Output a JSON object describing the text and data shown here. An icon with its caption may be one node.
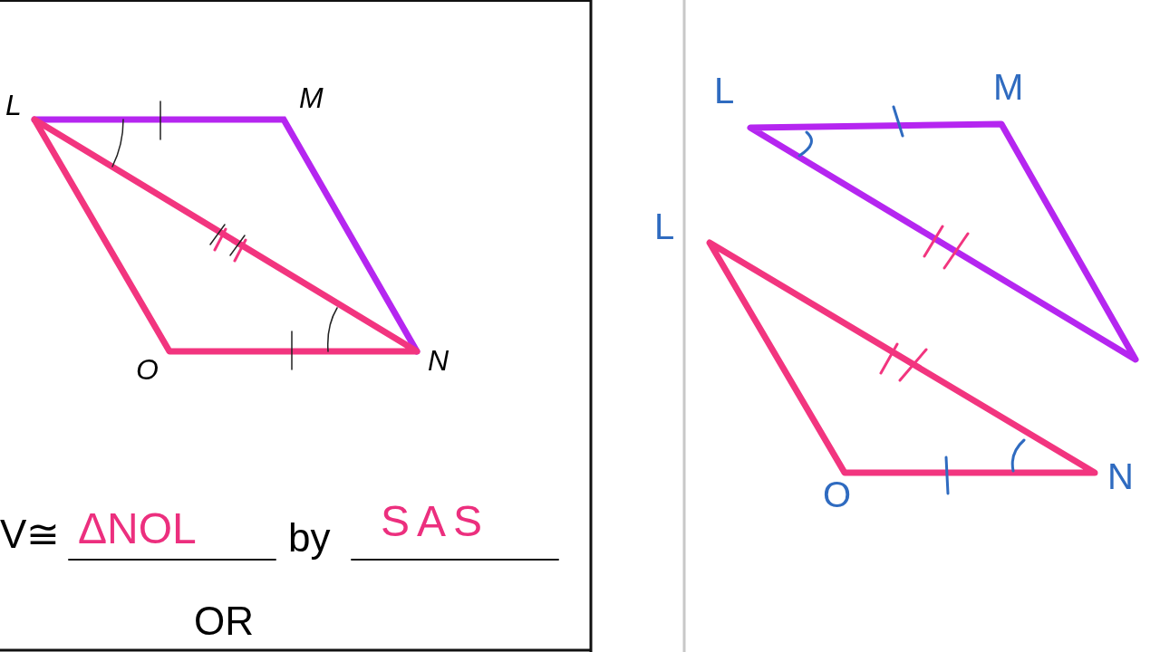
{
  "diagram": {
    "labels": [
      "L",
      "M",
      "O",
      "N",
      "V≅",
      "ΔNOL",
      "by",
      "SAS",
      "OR",
      "L",
      "M",
      "L",
      "O",
      "N"
    ]
  }
}
